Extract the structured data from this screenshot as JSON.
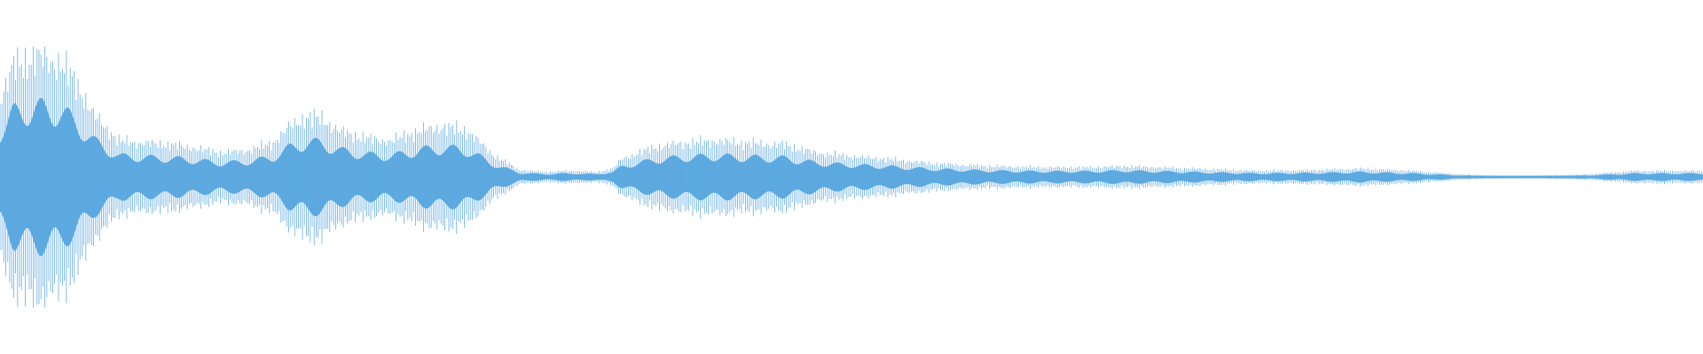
{
  "waveform": {
    "color": "#5DA9E0",
    "fill_opacity": 0.95,
    "background": "#ffffff",
    "envelope": {
      "x": [
        0,
        0.008,
        0.02,
        0.035,
        0.045,
        0.055,
        0.07,
        0.085,
        0.1,
        0.115,
        0.13,
        0.145,
        0.16,
        0.17,
        0.18,
        0.19,
        0.2,
        0.215,
        0.23,
        0.245,
        0.26,
        0.275,
        0.29,
        0.305,
        0.32,
        0.33,
        0.34,
        0.35,
        0.36,
        0.365,
        0.375,
        0.385,
        0.4,
        0.42,
        0.44,
        0.46,
        0.48,
        0.5,
        0.52,
        0.55,
        0.58,
        0.61,
        0.64,
        0.66,
        0.7,
        0.74,
        0.78,
        0.8,
        0.83,
        0.86,
        0.88,
        0.9,
        0.93,
        0.96,
        0.98,
        1.0
      ],
      "amplitude": [
        0.65,
        0.92,
        1.0,
        0.95,
        0.78,
        0.52,
        0.3,
        0.28,
        0.27,
        0.24,
        0.2,
        0.22,
        0.28,
        0.42,
        0.5,
        0.48,
        0.38,
        0.32,
        0.3,
        0.38,
        0.42,
        0.38,
        0.18,
        0.06,
        0.04,
        0.05,
        0.05,
        0.04,
        0.07,
        0.15,
        0.2,
        0.25,
        0.28,
        0.3,
        0.28,
        0.27,
        0.2,
        0.17,
        0.15,
        0.11,
        0.09,
        0.08,
        0.08,
        0.09,
        0.07,
        0.05,
        0.06,
        0.07,
        0.05,
        0.02,
        0.01,
        0.01,
        0.02,
        0.05,
        0.05,
        0.05
      ],
      "ripple_cycles": 62,
      "ripple_depth": 0.35,
      "peak_amplitude_fraction": 0.55
    }
  }
}
